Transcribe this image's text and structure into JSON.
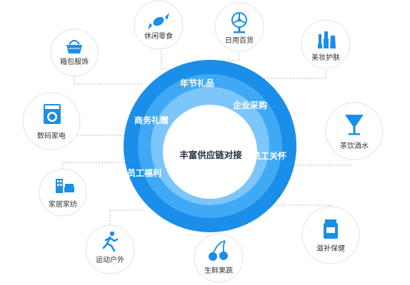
{
  "diagram": {
    "center": "丰富供应链对接",
    "ring_labels": [
      "年节礼品",
      "企业采购",
      "商务礼赠",
      "员工关怀",
      "员工福利"
    ],
    "categories": [
      {
        "label": "休闲零食",
        "icon": "candy-icon"
      },
      {
        "label": "日用百货",
        "icon": "fan-icon"
      },
      {
        "label": "美妆护肤",
        "icon": "cosmetics-icon"
      },
      {
        "label": "箱包服饰",
        "icon": "handbag-icon"
      },
      {
        "label": "数码家电",
        "icon": "washing-machine-icon"
      },
      {
        "label": "茶饮酒水",
        "icon": "cocktail-glass-icon"
      },
      {
        "label": "家居家纺",
        "icon": "sofa-icon"
      },
      {
        "label": "滋补保健",
        "icon": "supplement-jar-icon"
      },
      {
        "label": "运动户外",
        "icon": "runner-icon"
      },
      {
        "label": "生鲜果蔬",
        "icon": "cherry-icon"
      }
    ],
    "colors": {
      "ring_outer": "#1a8ee8",
      "ring_middle": "#3fa9f5",
      "ring_inner": "#7cc6fb",
      "icon": "#1a8ee8",
      "center_bg": "#ffffff"
    }
  }
}
